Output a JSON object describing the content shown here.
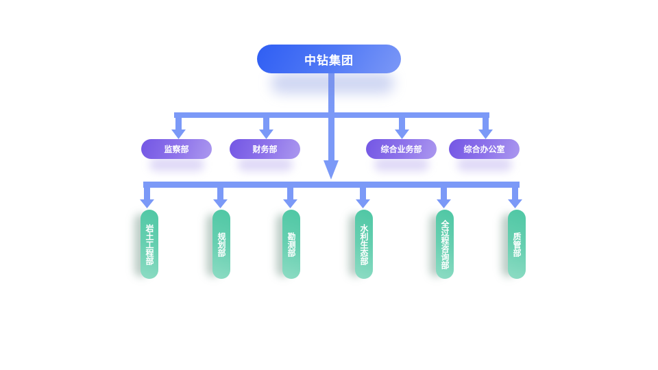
{
  "diagram": {
    "type": "org-chart",
    "root": {
      "label": "中钻集团"
    },
    "level1": [
      {
        "label": "监察部"
      },
      {
        "label": "财务部"
      },
      {
        "label": "综合业务部"
      },
      {
        "label": "综合办公室"
      }
    ],
    "level2": [
      {
        "label": "岩土工程部"
      },
      {
        "label": "规划部"
      },
      {
        "label": "勘测部"
      },
      {
        "label": "水利生态部"
      },
      {
        "label": "全过程咨询部"
      },
      {
        "label": "质管部"
      }
    ],
    "colors": {
      "root": "#2f5ef3",
      "level1": "#7f64e7",
      "level2": "#5ccaa9",
      "connector": "#7b99f7"
    }
  }
}
